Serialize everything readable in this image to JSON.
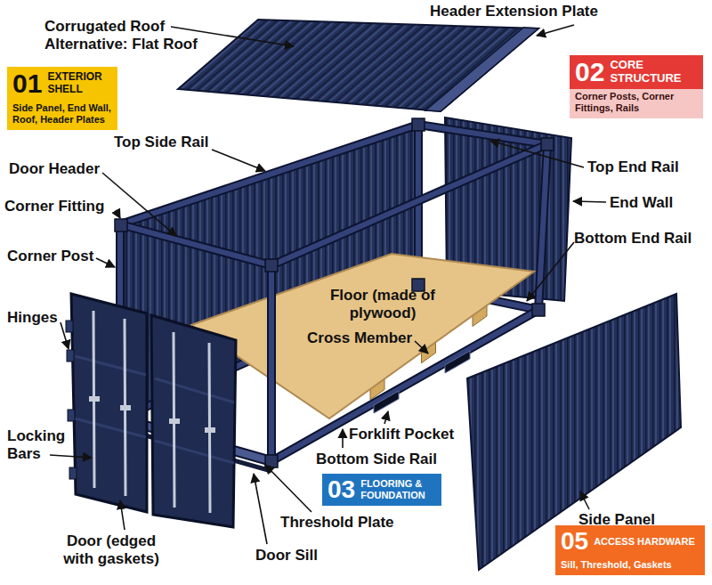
{
  "diagram": {
    "nodes": [
      {
        "text": [
          "01",
          "EXTERIOR SHELL",
          "Side Panel, End Wall, Roof, Header Plates"
        ]
      },
      {
        "text": [
          "02",
          "CORE STRUCTURE",
          "Corner Posts, Corner Fittings, Rails"
        ]
      },
      {
        "text": [
          "03",
          "FLOORING & FOUNDATION"
        ]
      },
      {
        "text": [
          "05",
          "ACCESS HARDWARE",
          "Sill, Threshold, Gaskets"
        ]
      }
    ],
    "labels": [
      "Corrugated Roof Alternative: Flat Roof",
      "Header Extension Plate",
      "Top Side Rail",
      "Door Header",
      "Corner Fitting",
      "Corner Post",
      "Hinges",
      "Floor (made of plywood)",
      "Cross Member",
      "Locking Bars",
      "Forklift Pocket",
      "Bottom Side Rail",
      "Threshold Plate",
      "Door (edged with gaskets)",
      "Door Sill",
      "Top End Rail",
      "End Wall",
      "Bottom End Rail",
      "Side Panel"
    ]
  }
}
